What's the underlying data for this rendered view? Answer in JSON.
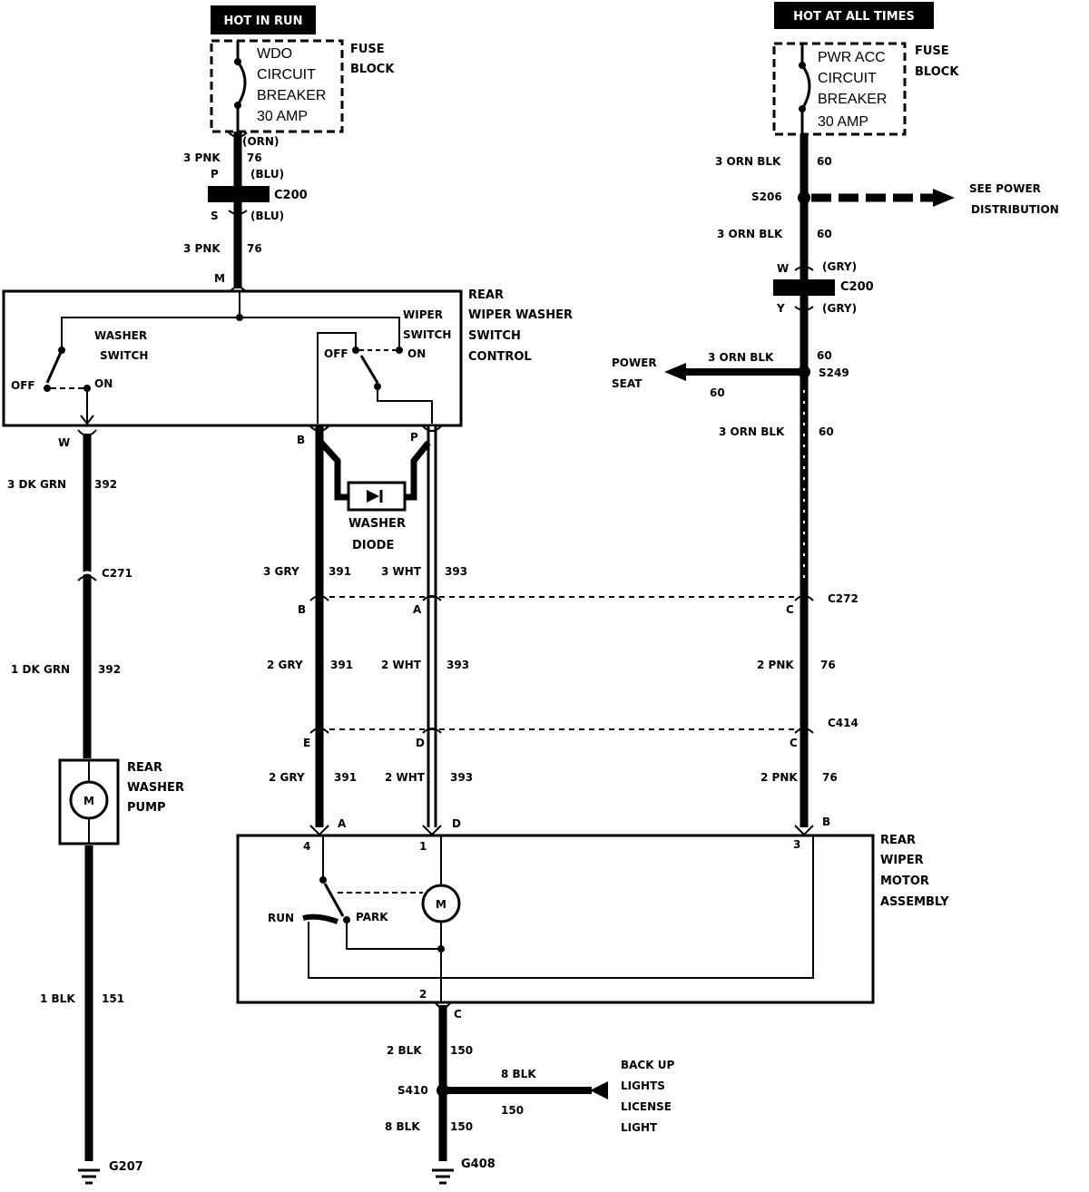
{
  "power": {
    "left_banner": "HOT IN RUN",
    "right_banner": "HOT AT ALL TIMES",
    "left_breaker": [
      "WDO",
      "CIRCUIT",
      "BREAKER",
      "30 AMP"
    ],
    "right_breaker": [
      "PWR ACC",
      "CIRCUIT",
      "BREAKER",
      "30 AMP"
    ],
    "fuse_block": [
      "FUSE",
      "BLOCK"
    ]
  },
  "left_feed": {
    "wire_top": "3 PNK",
    "circuit": "76",
    "orn_note": "(ORN)",
    "pin_p": "P",
    "blu_p": "(BLU)",
    "connector": "C200",
    "pin_s": "S",
    "blu_s": "(BLU)",
    "wire_bottom": "3 PNK",
    "circuit_bottom": "76",
    "pin_m": "M"
  },
  "switch_control": {
    "name": [
      "REAR",
      "WIPER WASHER",
      "SWITCH",
      "CONTROL"
    ],
    "washer_switch": [
      "WASHER",
      "SWITCH"
    ],
    "wiper_switch": [
      "WIPER",
      "SWITCH"
    ],
    "off": "OFF",
    "on": "ON",
    "pin_w": "W",
    "pin_b": "B",
    "pin_p": "P"
  },
  "washer_diode": [
    "WASHER",
    "DIODE"
  ],
  "washer_branch": {
    "wire1": "3 DK GRN",
    "circuit1": "392",
    "connector": "C271",
    "wire2": "1 DK GRN",
    "circuit2": "392",
    "pump": [
      "REAR",
      "WASHER",
      "PUMP"
    ],
    "motor_symbol": "M",
    "wire3": "1 BLK",
    "circuit3": "151",
    "ground": "G207"
  },
  "middle_wires": {
    "gry1": "3 GRY",
    "c391a": "391",
    "wht1": "3 WHT",
    "c393a": "393",
    "pin_b2": "B",
    "pin_a2": "A",
    "gry2": "2 GRY",
    "c391b": "391",
    "wht2": "2 WHT",
    "c393b": "393",
    "pin_e": "E",
    "pin_d": "D",
    "gry3": "2 GRY",
    "c391c": "391",
    "wht3": "2 WHT",
    "c393c": "393",
    "pin_a3": "A",
    "pin_d3": "D"
  },
  "right_feed": {
    "wire1": "3 ORN BLK",
    "circuit1": "60",
    "splice1": "S206",
    "see_power": [
      "SEE POWER",
      "DISTRIBUTION"
    ],
    "wire2": "3 ORN BLK",
    "circuit2": "60",
    "pin_w": "W",
    "gry_w": "(GRY)",
    "connector": "C200",
    "pin_y": "Y",
    "gry_y": "(GRY)",
    "circuit3": "60",
    "wire3": "3 ORN BLK",
    "splice2": "S249",
    "power_seat": [
      "POWER",
      "SEAT"
    ],
    "seat_circuit": "60",
    "wire4": "3 ORN BLK",
    "circuit4": "60",
    "connector2": "C272",
    "pin_c1": "C",
    "wire5": "2 PNK",
    "circuit5": "76",
    "connector3": "C414",
    "pin_c2": "C",
    "wire6": "2 PNK",
    "circuit6": "76",
    "pin_b": "B"
  },
  "motor_assembly": {
    "name": [
      "REAR",
      "WIPER",
      "MOTOR",
      "ASSEMBLY"
    ],
    "run": "RUN",
    "park": "PARK",
    "motor_symbol": "M",
    "pin4": "4",
    "pin1": "1",
    "pin3": "3",
    "pin2": "2",
    "pin_c": "C"
  },
  "ground_branch": {
    "wire1": "2 BLK",
    "circuit1": "150",
    "splice": "S410",
    "side_wire": "8 BLK",
    "side_circuit": "150",
    "backup": [
      "BACK UP",
      "LIGHTS",
      "LICENSE",
      "LIGHT"
    ],
    "wire2": "8 BLK",
    "circuit2": "150",
    "ground": "G408"
  }
}
